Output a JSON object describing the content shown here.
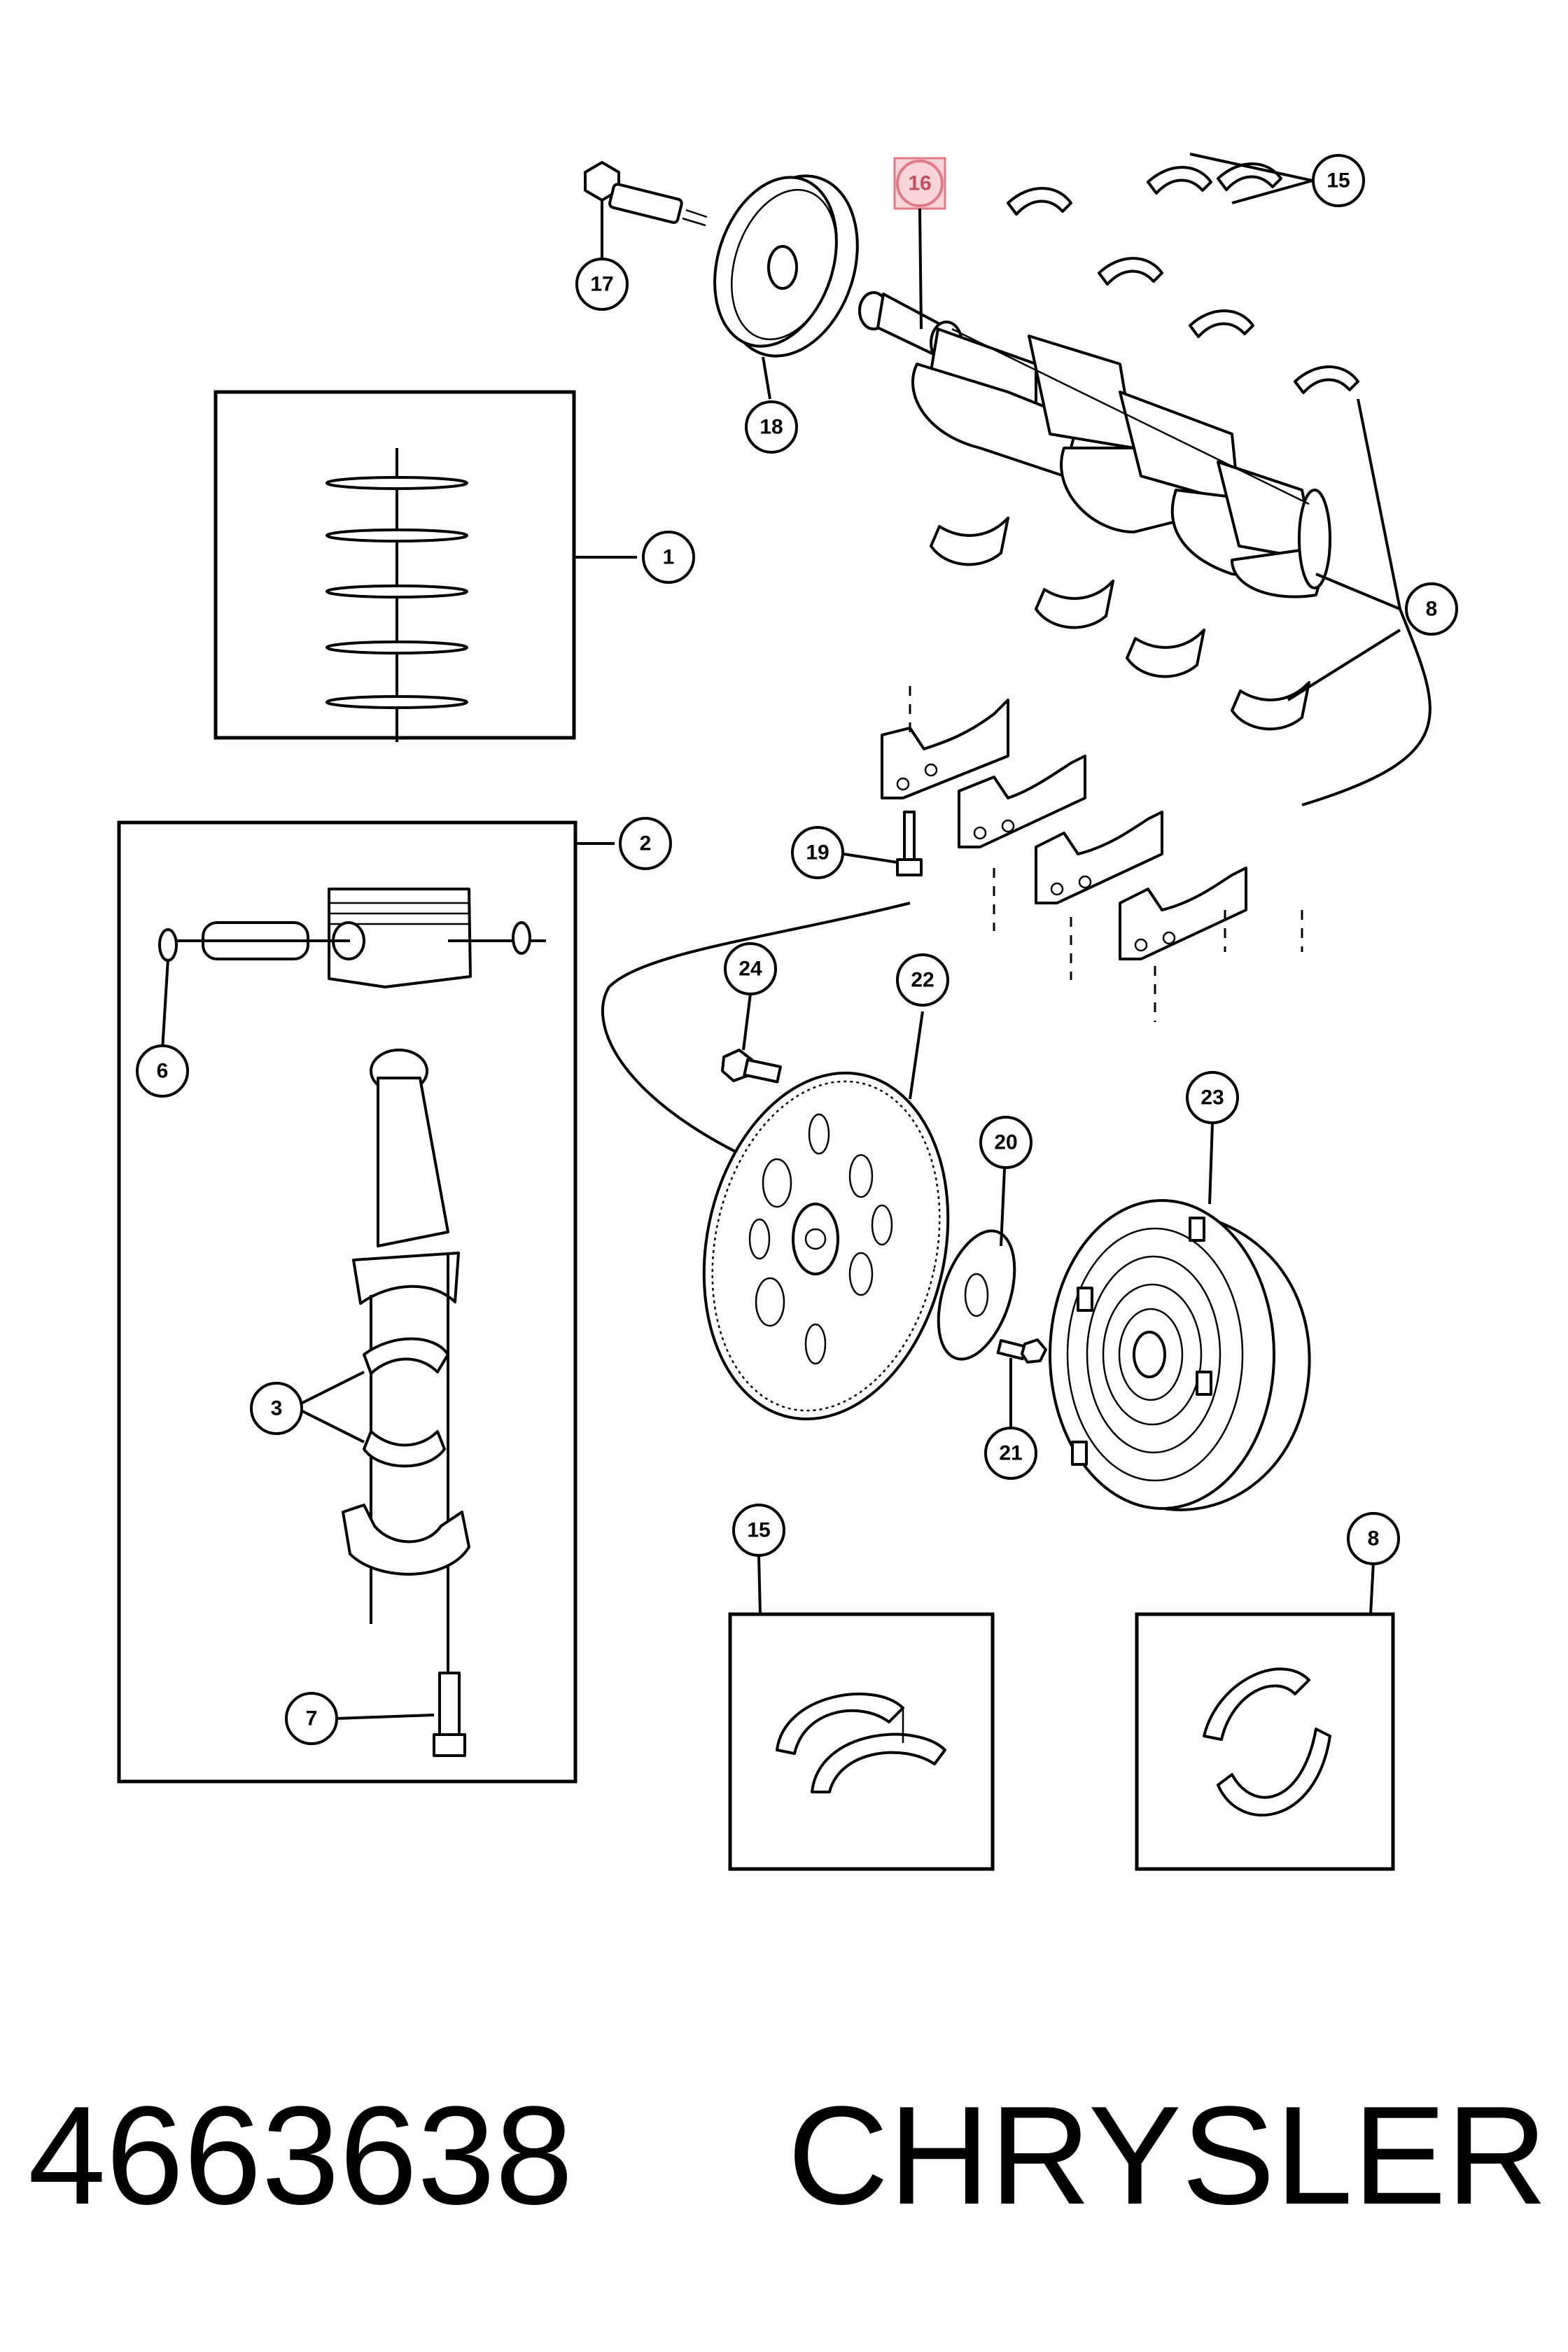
{
  "callouts": {
    "c1": "1",
    "c2": "2",
    "c3": "3",
    "c6": "6",
    "c7": "7",
    "c8a": "8",
    "c8b": "8",
    "c15a": "15",
    "c15b": "15",
    "c16": "16",
    "c17": "17",
    "c18": "18",
    "c19": "19",
    "c20": "20",
    "c21": "21",
    "c22": "22",
    "c23": "23",
    "c24": "24"
  },
  "highlighted_callout": "16",
  "footer": {
    "part_number": "4663638",
    "brand": "CHRYSLER"
  },
  "colors": {
    "line": "#000000",
    "highlight_fill": "#f7d4d8",
    "highlight_stroke": "#e07a86"
  }
}
